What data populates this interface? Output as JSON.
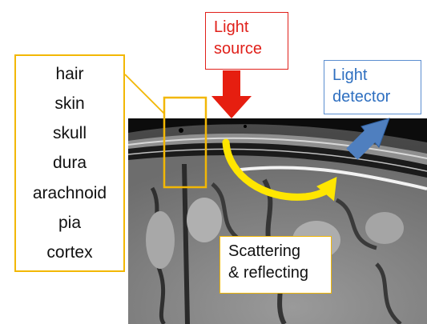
{
  "layers": [
    "hair",
    "skin",
    "skull",
    "dura",
    "arachnoid",
    "pia",
    "cortex"
  ],
  "source_label": {
    "line1": "Light",
    "line2": "source"
  },
  "detector_label": {
    "line1": "Light",
    "line2": "detector"
  },
  "scatter_label": {
    "line1": "Scattering",
    "line2": "& reflecting"
  },
  "colors": {
    "source": "#e0201a",
    "detector_arrow": "#4f7fbf",
    "path_arrow": "#ffe600",
    "highlight": "#f2b705"
  }
}
